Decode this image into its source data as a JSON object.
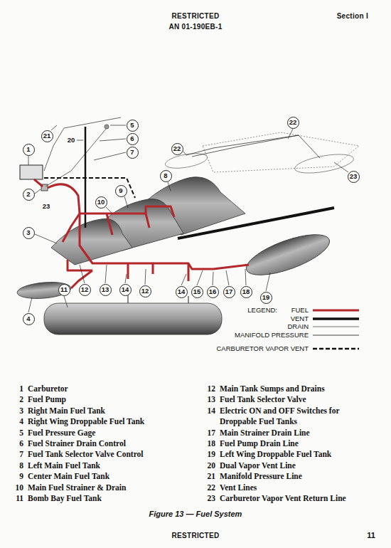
{
  "diagram": {
    "caption": "Figure 13 — Fuel System",
    "nodes": [
      {
        "text": [
          "5"
        ]
      },
      {
        "text": [
          "22"
        ]
      },
      {
        "text": [
          "21"
        ]
      },
      {
        "text": [
          "6"
        ]
      },
      {
        "text": [
          "22"
        ]
      },
      {
        "text": [
          "1"
        ]
      },
      {
        "text": [
          "7"
        ]
      },
      {
        "text": [
          "23"
        ]
      },
      {
        "text": [
          "8"
        ]
      },
      {
        "text": [
          "9"
        ]
      },
      {
        "text": [
          "2"
        ]
      },
      {
        "text": [
          "10"
        ]
      },
      {
        "text": [
          "3"
        ]
      },
      {
        "text": [
          "11"
        ]
      },
      {
        "text": [
          "12"
        ]
      },
      {
        "text": [
          "13"
        ]
      },
      {
        "text": [
          "14"
        ]
      },
      {
        "text": [
          "12"
        ]
      },
      {
        "text": [
          "14"
        ]
      },
      {
        "text": [
          "15"
        ]
      },
      {
        "text": [
          "16"
        ]
      },
      {
        "text": [
          "17"
        ]
      },
      {
        "text": [
          "18"
        ]
      },
      {
        "text": [
          "19"
        ]
      },
      {
        "text": [
          "4"
        ]
      }
    ],
    "labels": [
      "RESTRICTED",
      "Section I",
      "AN 01-190EB-1",
      "20",
      "23",
      "LEGEND:",
      "1",
      "Carburetor",
      "2",
      "Fuel Pump",
      "3",
      "Right Main Fuel Tank",
      "4",
      "Right Wing Droppable Fuel Tank",
      "5",
      "Fuel Pressure Gage",
      "6",
      "Fuel Strainer Drain Control",
      "7",
      "Fuel Tank Selector Valve Control",
      "8",
      "Left Main Fuel Tank",
      "9",
      "Center Main Fuel Tank",
      "10",
      "Main Fuel Strainer & Drain",
      "11",
      "Bomb Bay Fuel Tank",
      "12",
      "Main Tank Sumps and Drains",
      "13",
      "Fuel Tank Selector Valve",
      "14",
      "Electric ON and OFF Switches for Droppable Fuel Tanks",
      "17",
      "Main Strainer Drain Line",
      "18",
      "Fuel Pump Drain Line",
      "19",
      "Left Wing Droppable Fuel Tank",
      "20",
      "Dual Vapor Vent Line",
      "21",
      "Manifold Pressure Line",
      "22",
      "Vent Lines",
      "23",
      "Carburetor Vapor Vent Return Line",
      "RESTRICTED",
      "11"
    ],
    "legend": [
      {
        "text": "FUEL"
      },
      {
        "text": "VENT"
      },
      {
        "text": "DRAIN"
      },
      {
        "text": "MANIFOLD PRESSURE"
      },
      {
        "text": "CARBURETOR VAPOR VENT"
      }
    ]
  }
}
